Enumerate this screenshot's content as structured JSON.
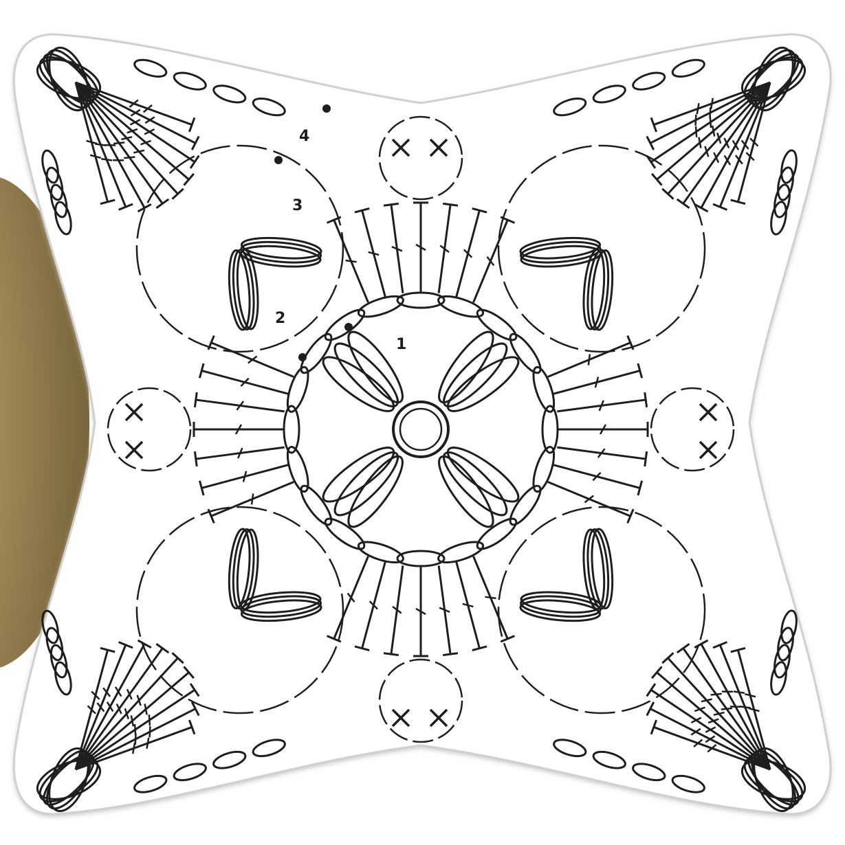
{
  "diagram": {
    "kind": "crochet-chart",
    "rounds": 4,
    "round_labels": [
      "1",
      "2",
      "3",
      "4"
    ],
    "center_mark": "ring",
    "symbols": {
      "chain": "oval",
      "single_crochet": "x",
      "double_crochet": "tick-stem",
      "treble_crochet": "double-tick-stem",
      "slip_stitch": "dot"
    },
    "colors": {
      "line": "#1e1e1e",
      "sticker_fill": "#ffffff",
      "sticker_outline": "#c9c9c9",
      "backdrop_left": "#a08a5a",
      "backdrop_left_dark": "#6e5c34"
    }
  }
}
